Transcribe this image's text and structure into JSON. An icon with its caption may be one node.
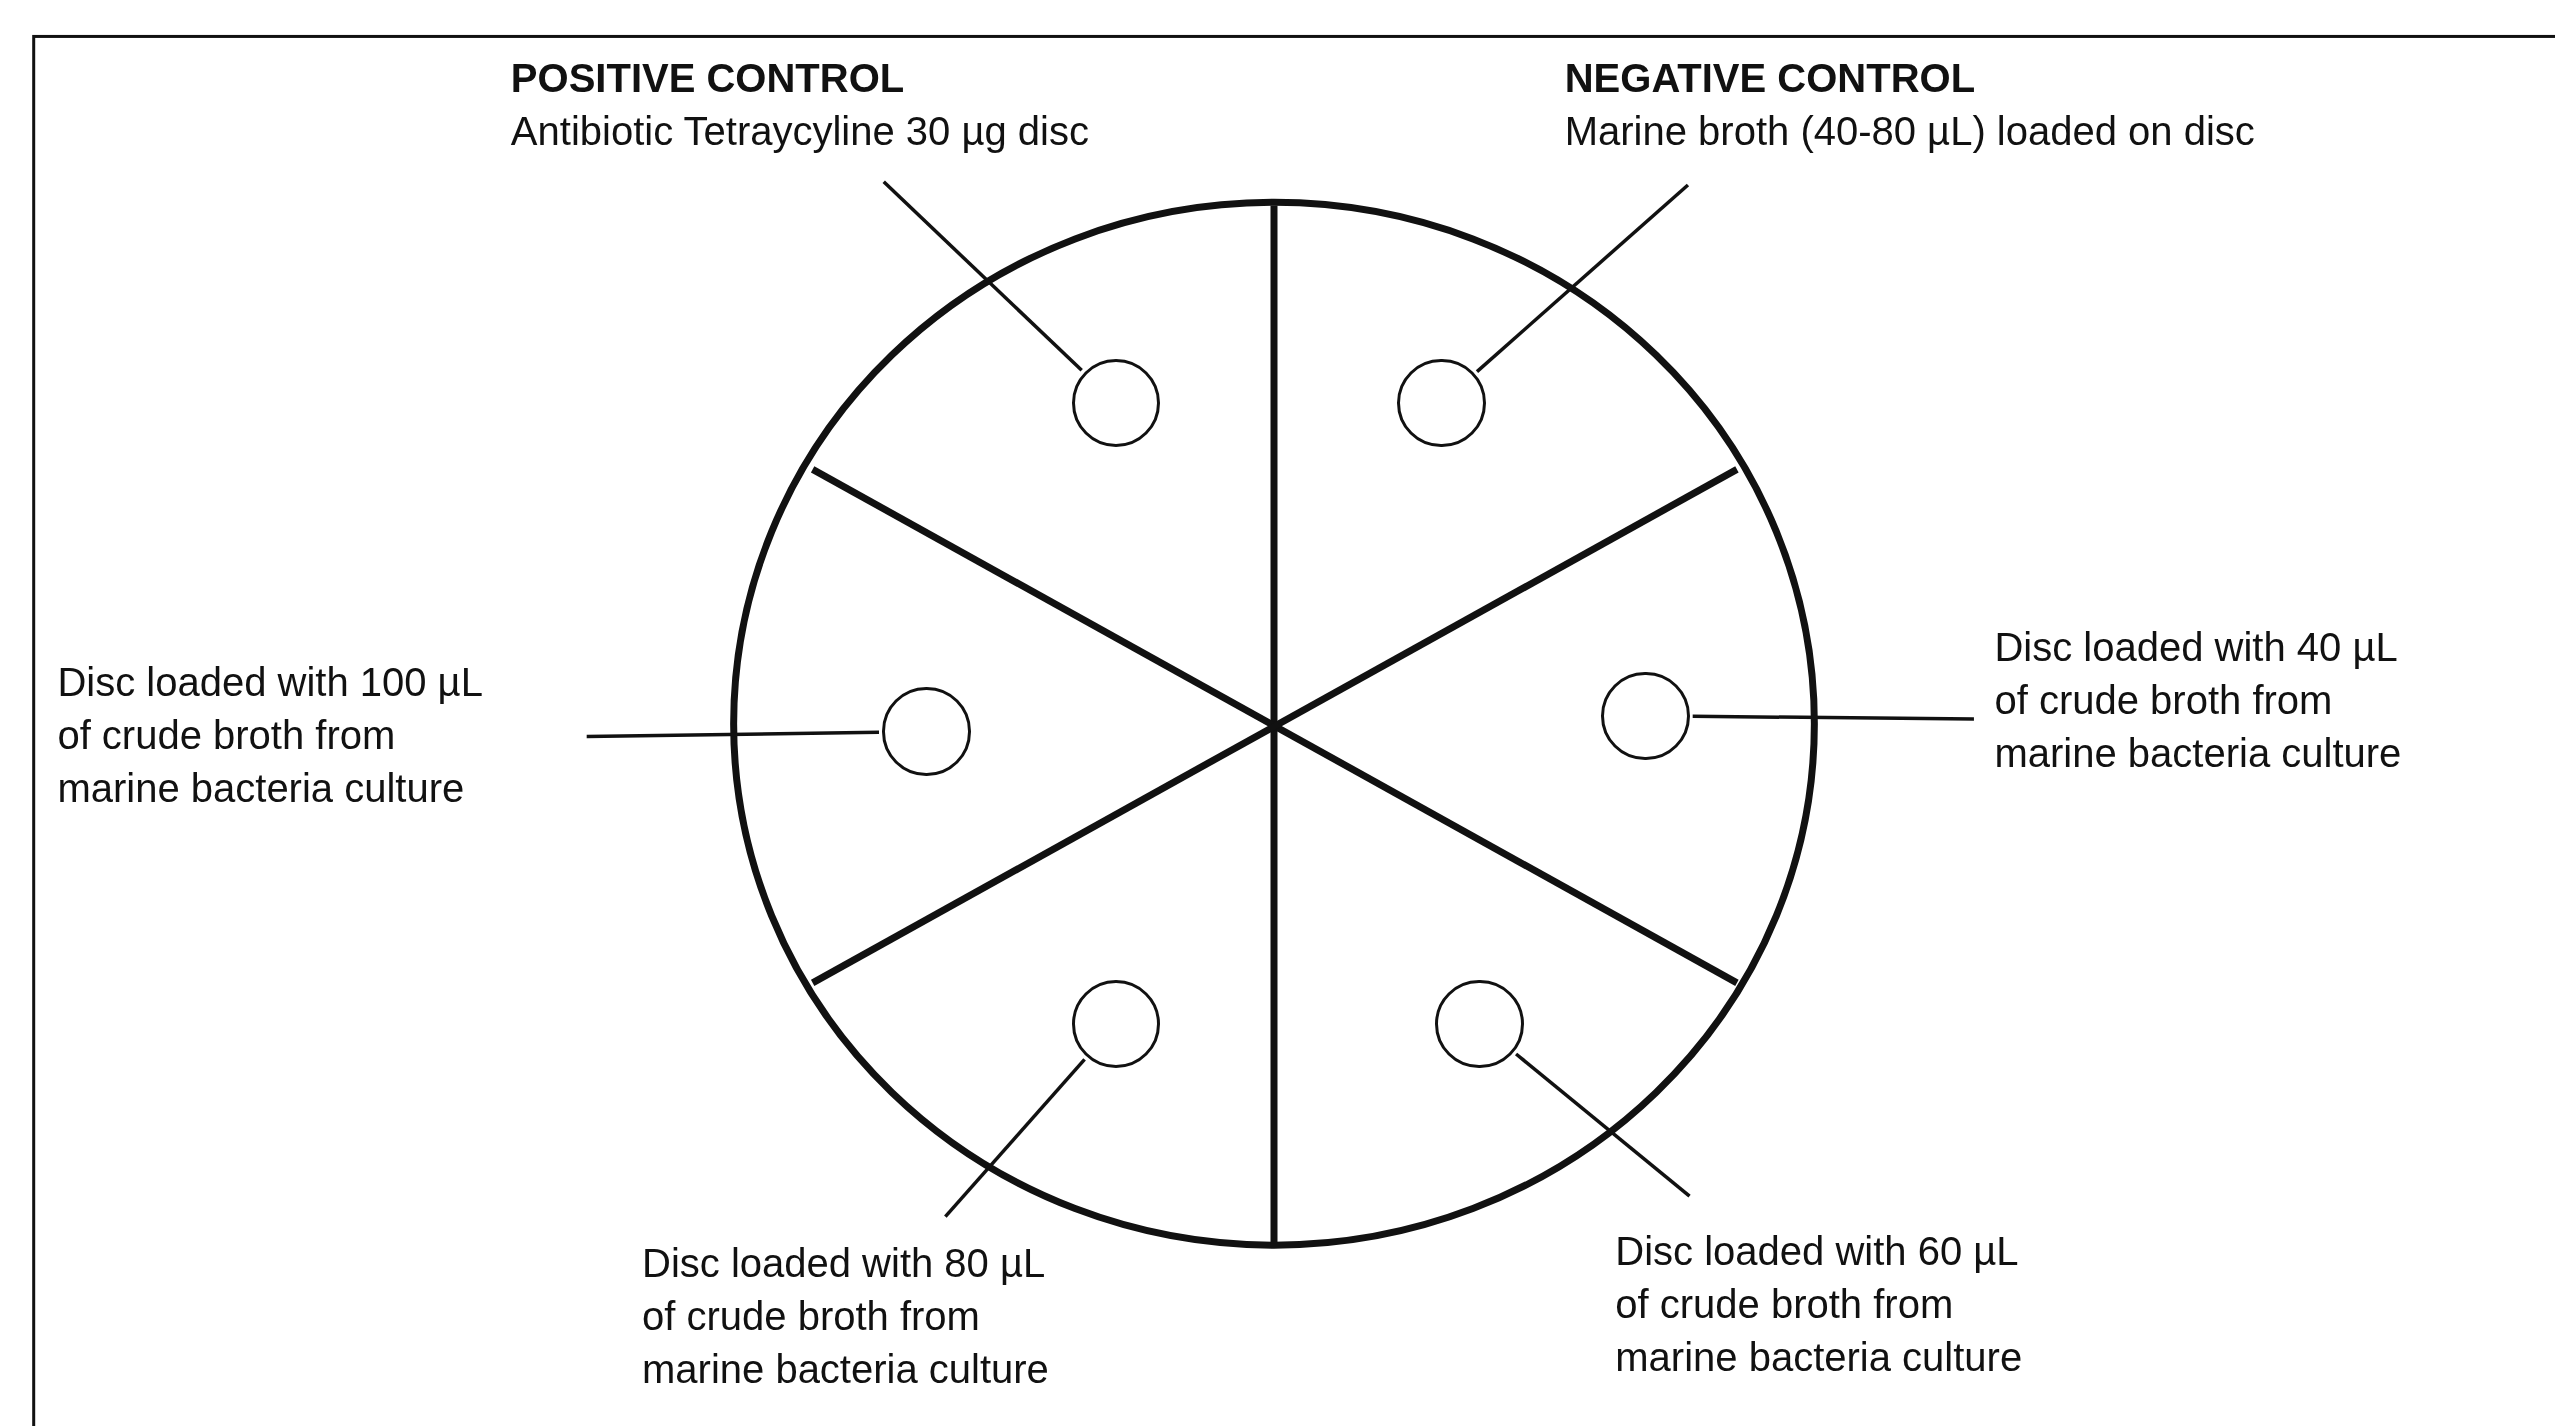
{
  "diagram": {
    "nodes": [
      {
        "text": [
          "POSITIVE CONTROL",
          "Antibiotic Tetraycyline 30 µg disc"
        ]
      },
      {
        "text": [
          "NEGATIVE CONTROL",
          "Marine broth (40-80 µL) loaded on disc"
        ]
      },
      {
        "text": [
          "Disc loaded with 100 µL of crude broth from marine bacteria culture"
        ]
      },
      {
        "text": [
          "Disc loaded with 40 µL of crude broth from marine bacteria culture"
        ]
      },
      {
        "text": [
          "Disc loaded with 80 µL of crude broth from marine bacteria culture"
        ]
      },
      {
        "text": [
          "Disc loaded with 60 µL of crude broth from marine bacteria culture"
        ]
      },
      {
        "text": [],
        "shape": "circle"
      },
      {
        "text": [],
        "shape": "circle"
      },
      {
        "text": [],
        "shape": "circle"
      },
      {
        "text": [],
        "shape": "circle"
      },
      {
        "text": [],
        "shape": "circle"
      },
      {
        "text": [],
        "shape": "circle"
      }
    ],
    "edges": [
      {
        "from": 0,
        "to": 6,
        "arrow": "none"
      },
      {
        "from": 1,
        "to": 7,
        "arrow": "none"
      },
      {
        "from": 2,
        "to": 8,
        "arrow": "none"
      },
      {
        "from": 3,
        "to": 9,
        "arrow": "none"
      },
      {
        "from": 4,
        "to": 10,
        "arrow": "none"
      },
      {
        "from": 5,
        "to": 11,
        "arrow": "none"
      }
    ]
  }
}
